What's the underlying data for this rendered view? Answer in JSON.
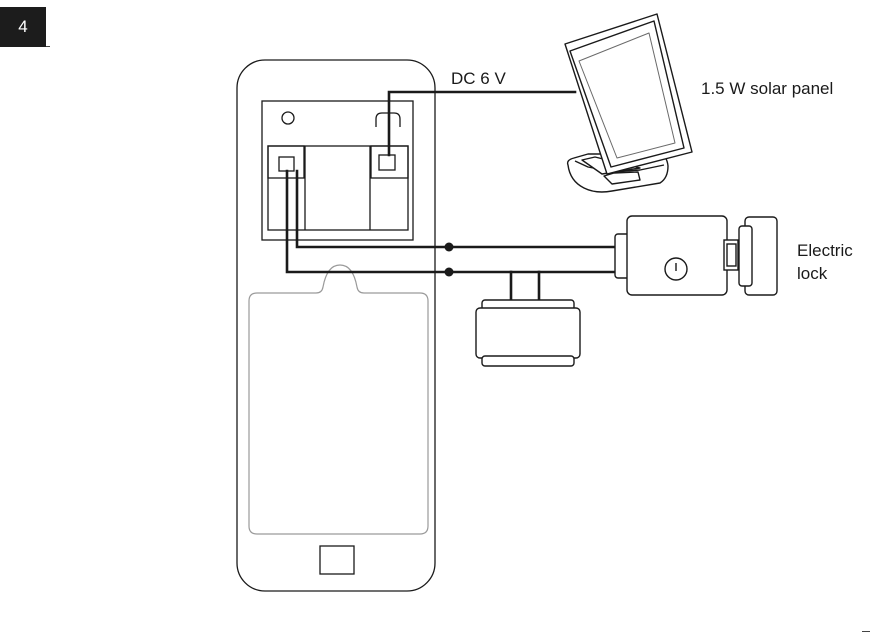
{
  "step_number": "4",
  "labels": {
    "dc_voltage": "DC 6 V",
    "solar_panel": "1.5 W solar panel",
    "electric_lock_line1": "Electric",
    "electric_lock_line2": "lock"
  },
  "components": {
    "door_unit": "door-unit",
    "battery_compartment": "battery-compartment",
    "solar_panel": "solar-panel",
    "electric_lock": "electric-lock",
    "power_adapter": "power-adapter"
  },
  "colors": {
    "line": "#1a1a1a",
    "light_line": "#9a9a9a",
    "badge_bg": "#1c1c1c",
    "badge_text": "#ffffff"
  }
}
